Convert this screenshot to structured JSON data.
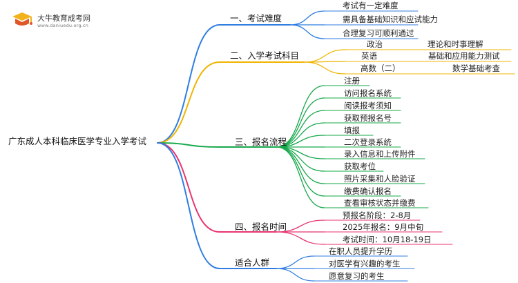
{
  "logo": {
    "title": "大牛教育成考网",
    "url": "www.daniuedu.org.cn"
  },
  "root": "广东成人本科临床医学专业入学考试",
  "colors": {
    "c1": "#2f7de1",
    "c2": "#f0b400",
    "c3": "#16a84a",
    "c4": "#e8336f",
    "c5": "#2f7de1"
  },
  "branches": [
    {
      "label": "一、考试难度",
      "items": [
        {
          "label": "考试有一定难度"
        },
        {
          "label": "需具备基础知识和应试能力"
        },
        {
          "label": "合理复习可顺利通过"
        }
      ]
    },
    {
      "label": "二、入学考试科目",
      "items": [
        {
          "label": "政治",
          "detail": "理论和时事理解"
        },
        {
          "label": "英语",
          "detail": "基础和应用能力测试"
        },
        {
          "label": "高数（二）",
          "detail": "数学基础考查"
        }
      ]
    },
    {
      "label": "三、报名流程",
      "items": [
        {
          "label": "注册"
        },
        {
          "label": "访问报名系统"
        },
        {
          "label": "阅读报考须知"
        },
        {
          "label": "获取预报名号"
        },
        {
          "label": "填报"
        },
        {
          "label": "二次登录系统"
        },
        {
          "label": "录入信息和上传附件"
        },
        {
          "label": "获取考位"
        },
        {
          "label": "照片采集和人脸验证"
        },
        {
          "label": "缴费确认报名"
        },
        {
          "label": "查看审核状态并缴费"
        }
      ]
    },
    {
      "label": "四、报名时间",
      "items": [
        {
          "label": "预报名阶段：2-8月"
        },
        {
          "label": "2025年报名：9月中旬"
        },
        {
          "label": "考试时间：10月18-19日"
        }
      ]
    },
    {
      "label": "适合人群",
      "items": [
        {
          "label": "在职人员提升学历"
        },
        {
          "label": "对医学有兴趣的考生"
        },
        {
          "label": "愿意复习的考生"
        }
      ]
    }
  ]
}
